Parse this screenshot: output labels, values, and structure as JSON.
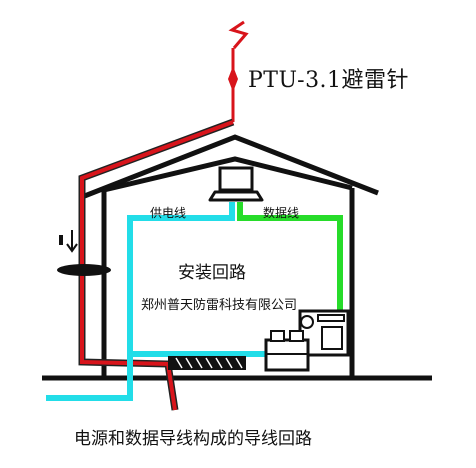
{
  "labels": {
    "lightning_rod": "PTU-3.1避雷针",
    "power_line": "供电线",
    "data_line": "数据线",
    "install_loop": "安装回路",
    "company": "郑州普天防雷科技有限公司",
    "caption": "电源和数据导线构成的导线回路"
  },
  "icons": [
    "lightning-bolt-icon",
    "lightning-rod-tip-icon",
    "laptop-icon",
    "arrow-down-icon",
    "equipment-icon",
    "surge-protector-icon"
  ],
  "colors": {
    "down_conductor": "#d8141b",
    "power_line": "#22dde8",
    "data_line": "#27dc2a",
    "structure": "#111111",
    "line_outline": "#222222"
  }
}
